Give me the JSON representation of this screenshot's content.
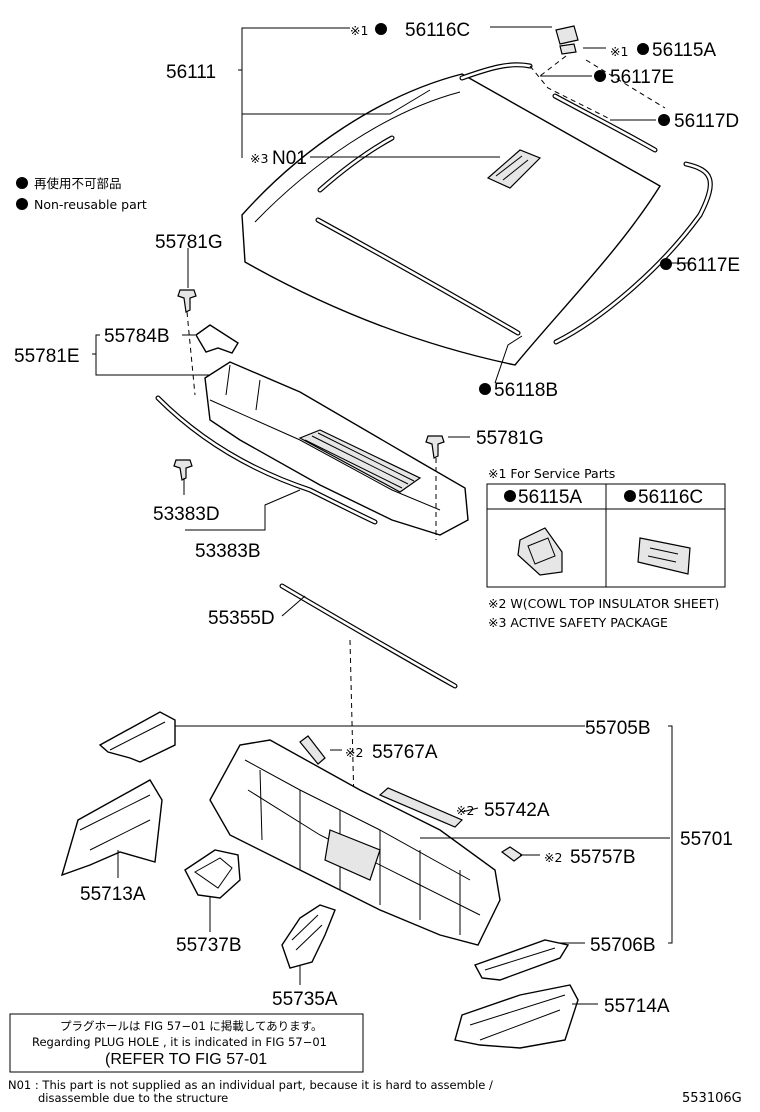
{
  "diagram_code": "553106G",
  "legend": {
    "non_reusable_jp": "再使用不可部品",
    "non_reusable_en": "Non-reusable part"
  },
  "labels": {
    "p56116C": "56116C",
    "p56111": "56111",
    "p56115A": "56115A",
    "p56117E_top": "56117E",
    "p56117D": "56117D",
    "N01": "N01",
    "p56117E_right": "56117E",
    "p55781G_top": "55781G",
    "p55784B": "55784B",
    "p55781E": "55781E",
    "p56118B": "56118B",
    "p55781G_mid": "55781G",
    "p53383D": "53383D",
    "p53383B": "53383B",
    "p55355D": "55355D",
    "p55705B": "55705B",
    "p55767A": "55767A",
    "p55742A": "55742A",
    "p55701": "55701",
    "p55757B": "55757B",
    "p55713A": "55713A",
    "p55737B": "55737B",
    "p55706B": "55706B",
    "p55735A": "55735A",
    "p55714A": "55714A"
  },
  "marks": {
    "note1": "※1",
    "note2": "※2",
    "note3": "※3"
  },
  "service_box": {
    "title": "※1 For Service Parts",
    "col1": "56115A",
    "col2": "56116C"
  },
  "notes": {
    "note2": "※2 W(COWL TOP INSULATOR SHEET)",
    "note3": "※3 ACTIVE SAFETY PACKAGE"
  },
  "plug_box": {
    "line1": "プラグホールは FIG 57−01 に掲載してあります。",
    "line2": "Regarding PLUG HOLE , it is indicated in FIG 57−01",
    "line3": "(REFER TO FIG 57-01"
  },
  "footnote": {
    "line1": "N01 : This part is not supplied as an individual part, because it is hard to assemble /",
    "line2": "disassemble due to the structure"
  }
}
